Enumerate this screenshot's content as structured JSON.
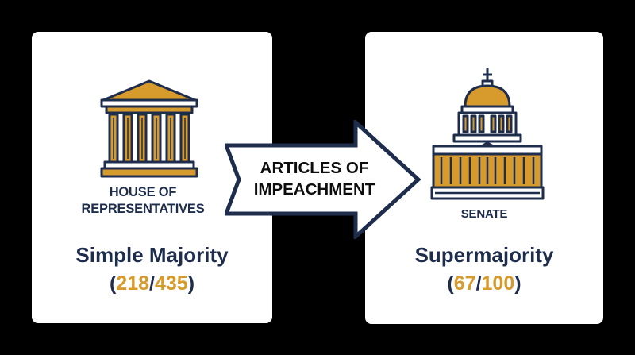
{
  "house": {
    "name_line1": "HOUSE OF",
    "name_line2": "REPRESENTATIVES",
    "threshold": "Simple Majority",
    "open_paren": "(",
    "votes_required": "218",
    "separator": "/",
    "total_members": "435",
    "close_paren": ")"
  },
  "arrow": {
    "line1": "ARTICLES OF",
    "line2": "IMPEACHMENT"
  },
  "senate": {
    "name": "SENATE",
    "threshold": "Supermajority",
    "open_paren": "(",
    "votes_required": "67",
    "separator": "/",
    "total_members": "100",
    "close_paren": ")"
  },
  "colors": {
    "navy": "#1f2d4d",
    "gold": "#d69a2d",
    "background": "#000000",
    "card": "#ffffff"
  },
  "icons": [
    "columned-building-icon",
    "capitol-dome-icon",
    "right-arrow-icon"
  ]
}
